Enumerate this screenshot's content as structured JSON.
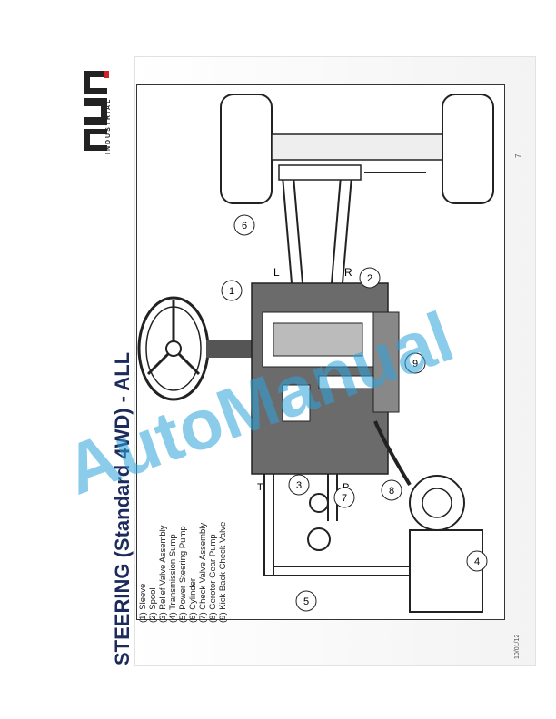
{
  "slide": {
    "title": "STEERING (Standard 4WD) - ALL",
    "date": "10/01/12",
    "page_number": "7",
    "logo_text": "INDUSTRIAL"
  },
  "legend": {
    "items": [
      "(1) Sleeve",
      "(2) Spool",
      "(3) Relief Valve Assembly",
      "(4) Transmission Sump",
      "(5) Power Steering Pump",
      "(6) Cylinder",
      "(7) Check Valve Assembly",
      "(8) Gerotor Gear Pump",
      "(9) Kick Back Check Valve"
    ]
  },
  "diagram": {
    "callouts": [
      "1",
      "2",
      "3",
      "4",
      "5",
      "6",
      "7",
      "8",
      "9"
    ],
    "port_labels": [
      "L",
      "R",
      "T",
      "P"
    ]
  },
  "watermark": {
    "text": "AutoManual"
  },
  "colors": {
    "title": "#1c2a5c",
    "watermark": "#2ea3dc",
    "logo_accent": "#d0202a"
  }
}
